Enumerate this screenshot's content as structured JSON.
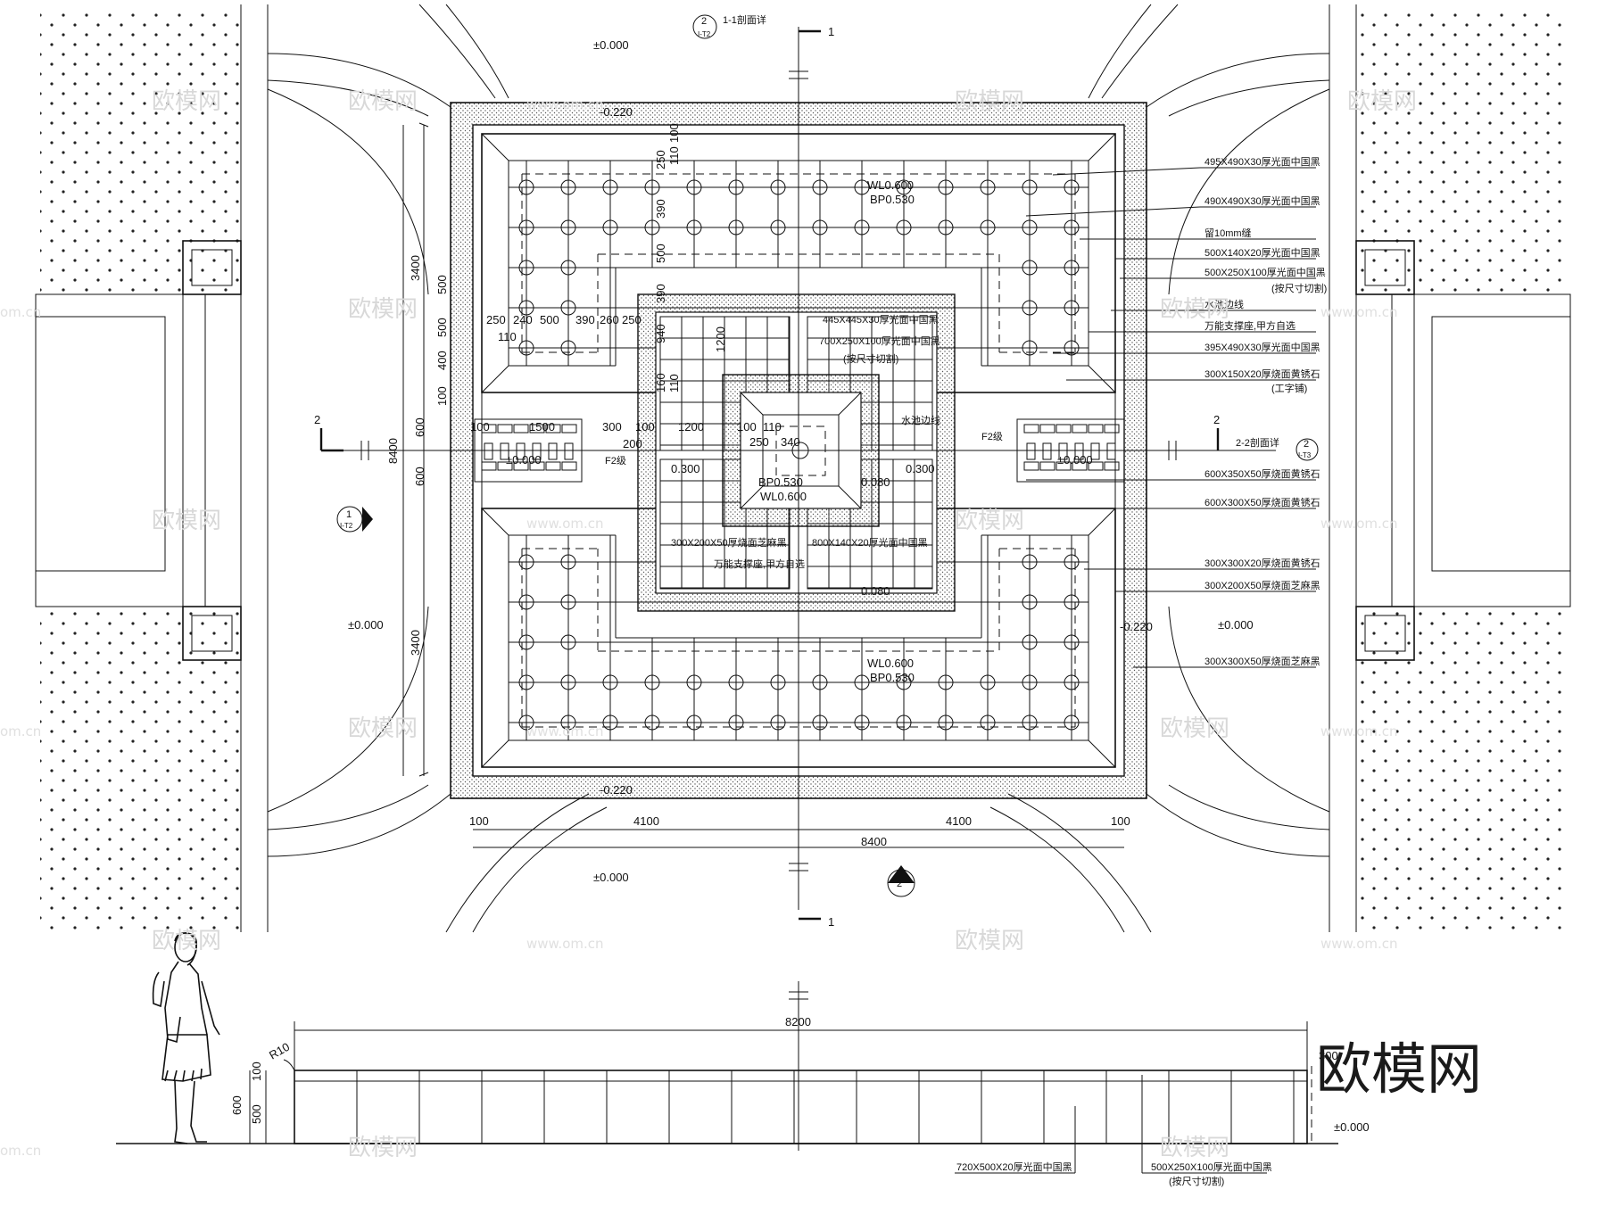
{
  "plan": {
    "sections": {
      "sec1_label": "1-1剖面详",
      "sec1_num": "1",
      "sec2_label": "2-2剖面详",
      "sec2_num": "2",
      "detail_ref": "I-T2",
      "detail_ref2": "I-T3",
      "circle_num_1": "1",
      "circle_num_2": "2"
    },
    "elevations": {
      "ground": "±0.000",
      "edge": "-0.220",
      "wl": "WL0.600",
      "bp": "BP0.530",
      "step_300": "0.300",
      "step_080": "0.080",
      "f2": "F2级"
    },
    "dims": {
      "overall": "8400",
      "half": "4100",
      "edge": "100",
      "side": "3400",
      "mid": "600",
      "d_500": "500",
      "d_400": "400",
      "d_250": "250",
      "d_240": "240",
      "d_390": "390",
      "d_260": "260",
      "d_110": "110",
      "d_100": "100",
      "d_1500": "1500",
      "d_300": "300",
      "d_200": "200",
      "d_1200": "1200",
      "d_940": "940",
      "d_340": "340",
      "d_160": "160"
    },
    "notes": [
      "495X490X30厚光面中国黑",
      "490X490X30厚光面中国黑",
      "留10mm缝",
      "500X140X20厚光面中国黑",
      "500X250X100厚光面中国黑",
      "(按尺寸切割)",
      "水池边线",
      "万能支撑座,甲方自选",
      "395X490X30厚光面中国黑",
      "300X150X20厚烧面黄锈石",
      "(工字铺)",
      "600X350X50厚烧面黄锈石",
      "600X300X50厚烧面黄锈石",
      "300X300X20厚烧面黄锈石",
      "300X200X50厚烧面芝麻黑",
      "300X300X50厚烧面芝麻黑"
    ],
    "inner_notes": {
      "n1": "445X445X30厚光面中国黑",
      "n2": "700X250X100厚光面中国黑",
      "n3": "(按尺寸切割)",
      "n4": "水池边线",
      "n5": "300X200X50厚烧面芝麻黑",
      "n6": "万能支撑座,甲方自选",
      "n7": "800X140X20厚光面中国黑"
    }
  },
  "elevation_view": {
    "overall": "8200",
    "r10": "R10",
    "h600": "600",
    "h500": "500",
    "h100": "100",
    "w300": "300",
    "ground": "±0.000",
    "note1": "720X500X20厚光面中国黑",
    "note2": "500X250X100厚光面中国黑",
    "note3": "(按尺寸切割)"
  },
  "watermark": {
    "logo": "欧模网",
    "url": "www.om.cn",
    "url_short": "om.cn",
    "brand": "欧模网"
  }
}
